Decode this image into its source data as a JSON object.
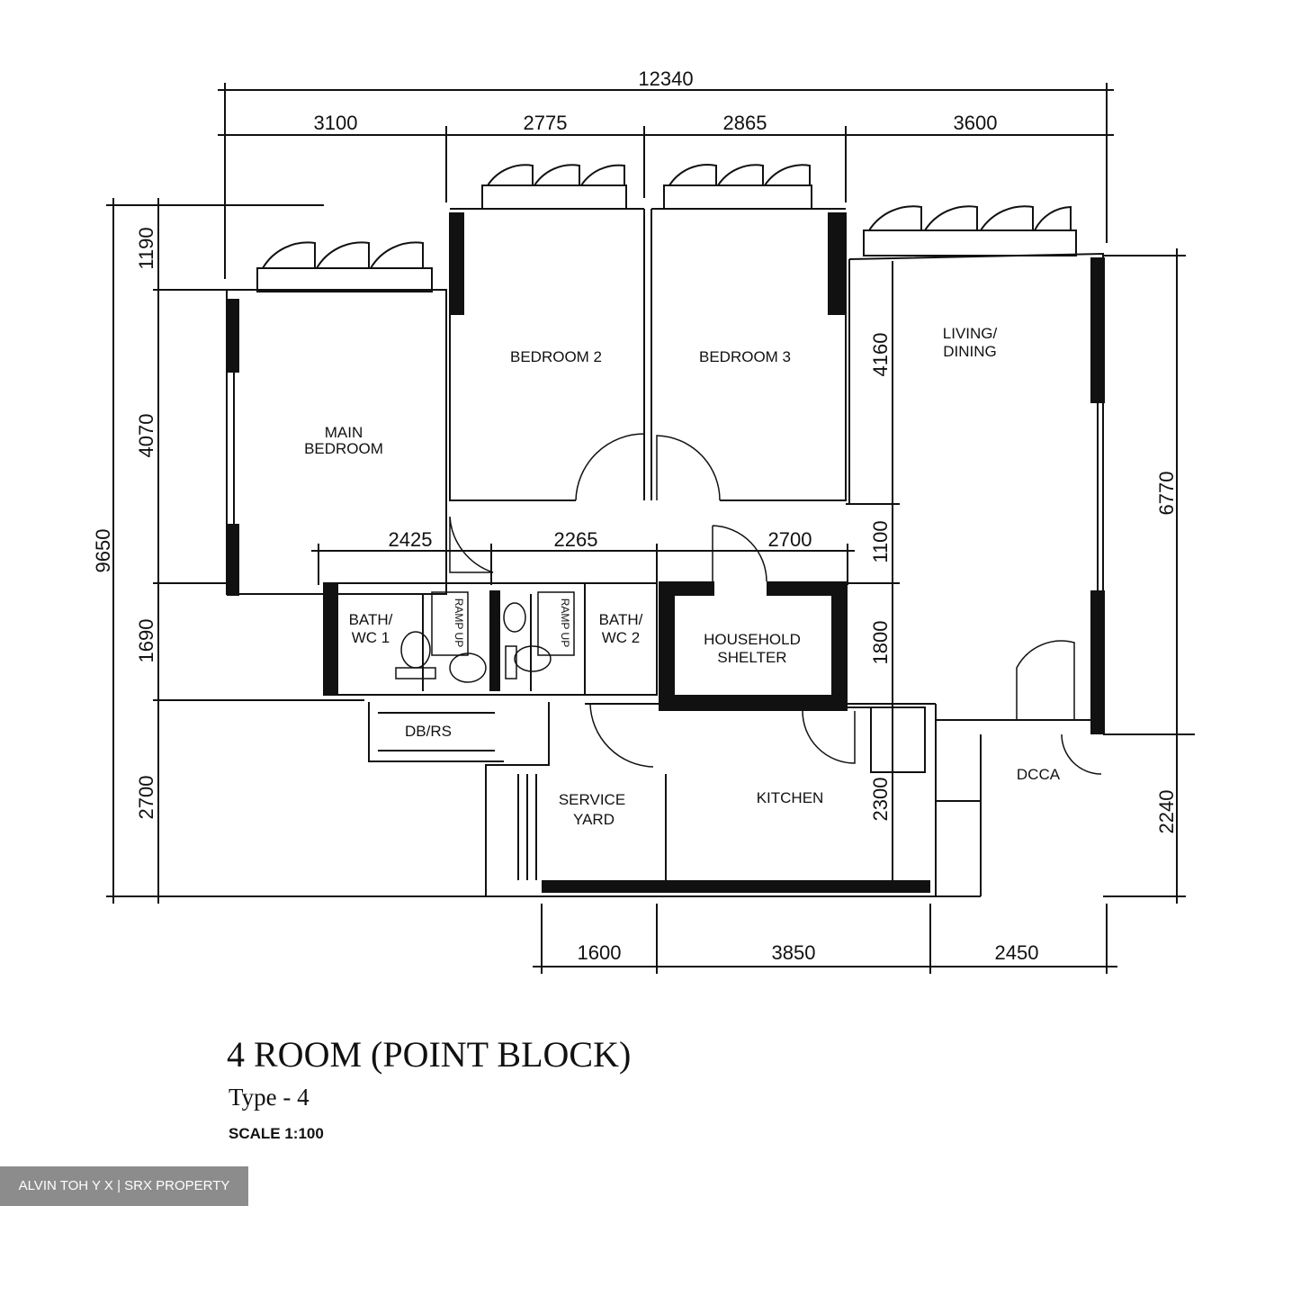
{
  "dimensions": {
    "top_total": "12340",
    "top_segments": [
      "3100",
      "2775",
      "2865",
      "3600"
    ],
    "left_total": "9650",
    "left_segments": [
      "1190",
      "4070",
      "1690",
      "2700"
    ],
    "interior_row": [
      "2425",
      "2265",
      "2700"
    ],
    "interior_vertical": [
      "4160",
      "1100",
      "1800",
      "2300"
    ],
    "right": [
      "6770",
      "2240"
    ],
    "bottom": [
      "1600",
      "3850",
      "2450"
    ]
  },
  "rooms": {
    "bedroom2": "BEDROOM 2",
    "bedroom3": "BEDROOM 3",
    "living_line1": "LIVING/",
    "living_line2": "DINING",
    "main_line1": "MAIN",
    "main_line2": "BEDROOM",
    "bath1_line1": "BATH/",
    "bath1_line2": "WC 1",
    "bath2_line1": "BATH/",
    "bath2_line2": "WC 2",
    "ramp": "RAMP UP",
    "shelter_line1": "HOUSEHOLD",
    "shelter_line2": "SHELTER",
    "service_line1": "SERVICE",
    "service_line2": "YARD",
    "kitchen": "KITCHEN",
    "bay": "DB/RS",
    "store": "DCCA"
  },
  "title": "4 ROOM (POINT BLOCK)",
  "subtitle": "Type - 4",
  "scale": "SCALE  1:100",
  "watermark": "ALVIN TOH Y X | SRX PROPERTY"
}
